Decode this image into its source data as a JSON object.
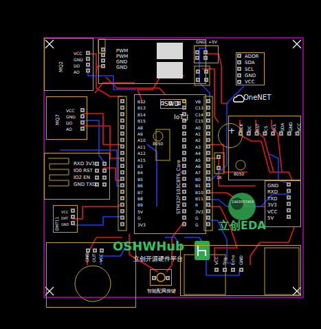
{
  "diagram": {
    "nodes": [
      {
        "text": [
          "MQ2",
          "VCC",
          "GND",
          "DO",
          "AO"
        ]
      },
      {
        "text": [
          "PWM",
          "PWM",
          "GND",
          "GND"
        ]
      },
      {
        "text": [
          "GND",
          "+5V"
        ]
      },
      {
        "text": [
          "ADDR",
          "SDA",
          "SCL",
          "GND",
          "VCC"
        ]
      },
      {
        "text": [
          "OneNET"
        ]
      },
      {
        "text": [
          "MQ7",
          "VCC",
          "GND",
          "DO",
          "AO"
        ]
      },
      {
        "text": [
          "RXD 3V3",
          "IO0 RST",
          "IO2 EN",
          "GND TXD"
        ]
      },
      {
        "text": [
          "DHT11",
          "VCC",
          "DAT",
          "GND"
        ]
      },
      {
        "text": [
          "IoT_J",
          "STM32F103C8T6_Core"
        ]
      },
      {
        "text": [
          "SWD"
        ],
        "in": 8
      },
      {
        "text": [
          "BLK",
          "DC",
          "RST",
          "CS",
          "SCL",
          "SDA",
          "GND",
          "VCC"
        ]
      },
      {
        "text": [
          "GND",
          "RXD",
          "TXD",
          "3V3",
          "VCC",
          "5V"
        ]
      },
      {
        "text": [
          "+"
        ]
      },
      {
        "text": [
          "GND",
          "OUT",
          "VCC"
        ]
      },
      {
        "text": [
          "VCC",
          "Trig",
          "Echo",
          "GND"
        ]
      },
      {
        "text": [
          "智能配网按键"
        ]
      }
    ],
    "labels": [
      "B12",
      "B13",
      "B14",
      "B15",
      "A8",
      "A9",
      "A10",
      "A11",
      "A12",
      "A15",
      "B3",
      "B4",
      "B5",
      "B6",
      "B7",
      "B8",
      "B9",
      "5V",
      "G",
      "3V3",
      "VB",
      "C13",
      "C14",
      "C15",
      "A0",
      "A1",
      "A2",
      "A3",
      "A4",
      "A5",
      "A6",
      "A7",
      "B0",
      "B1",
      "B10",
      "B11",
      "R",
      "3V3",
      "G",
      "G",
      "8050",
      "8050",
      "1K",
      "1943057459",
      "OSHWHub",
      "立创开源硬件平台",
      "立创EDA"
    ]
  }
}
